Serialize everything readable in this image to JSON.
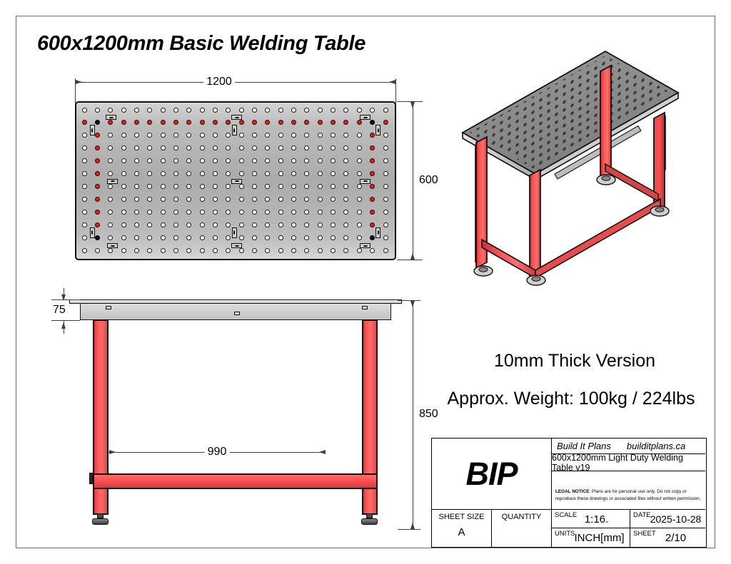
{
  "drawing": {
    "title": "600x1200mm Basic Welding Table",
    "notes": {
      "thickness": "10mm Thick Version",
      "weight": "Approx. Weight: 100kg / 224lbs"
    },
    "dimensions": {
      "top_length": "1200",
      "top_width": "600",
      "apron_height": "75",
      "overall_height": "850",
      "stretcher_span": "990"
    }
  },
  "top_view": {
    "name": "top-view-perforated-plate",
    "grid_columns": 24,
    "grid_rows": 12,
    "hole_colors": {
      "normal": "#ffffff",
      "rail": "#e02020",
      "corner": "#111111"
    }
  },
  "iso_view": {
    "name": "isometric-view"
  },
  "front_view": {
    "name": "front-elevation-view"
  },
  "title_block": {
    "logo": "BIP",
    "company": "Build It Plans",
    "website": "builditplans.ca",
    "part_name": "600x1200mm Light Duty Welding Table v19",
    "legal_heading": "LEGAL NOTICE",
    "legal_text": ": Plans are for personal use only. Do not copy or reproduce these drawings or associated files without written permission.",
    "fields": {
      "sheet_size_label": "SHEET SIZE",
      "sheet_size_value": "A",
      "quantity_label": "QUANTITY",
      "quantity_value": "",
      "scale_label": "SCALE",
      "scale_value": "1:16.",
      "date_label": "DATE",
      "date_value": "2025-10-28",
      "units_label": "UNITS",
      "units_value": "INCH[mm]",
      "sheet_label": "SHEET",
      "sheet_value": "2/10"
    }
  },
  "colors": {
    "frame_red": "#fa5252",
    "plate_grey": "#ababab",
    "line_black": "#111111"
  }
}
